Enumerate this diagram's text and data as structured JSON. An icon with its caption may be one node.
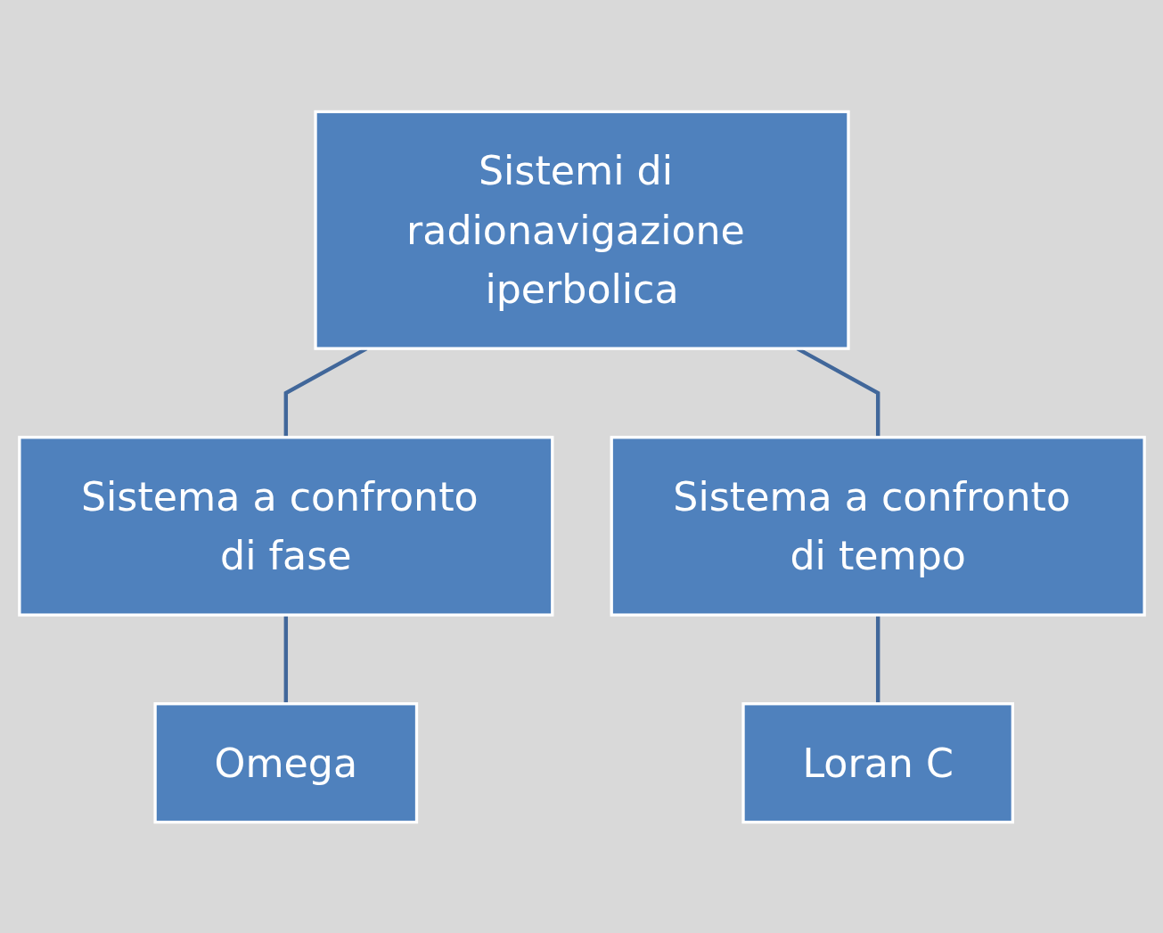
{
  "diagram": {
    "nodes": [
      {
        "text": [
          "Sistemi di radionavigazione iperbolica"
        ]
      },
      {
        "text": [
          "Sistema a confronto di fase"
        ]
      },
      {
        "text": [
          "Sistema a confronto di tempo"
        ]
      },
      {
        "text": [
          "Omega"
        ]
      },
      {
        "text": [
          "Loran C"
        ]
      }
    ],
    "edges": [
      {
        "from": 0,
        "to": 1,
        "arrow": "none"
      },
      {
        "from": 0,
        "to": 2,
        "arrow": "none"
      },
      {
        "from": 1,
        "to": 3,
        "arrow": "none"
      },
      {
        "from": 2,
        "to": 4,
        "arrow": "none"
      }
    ]
  }
}
